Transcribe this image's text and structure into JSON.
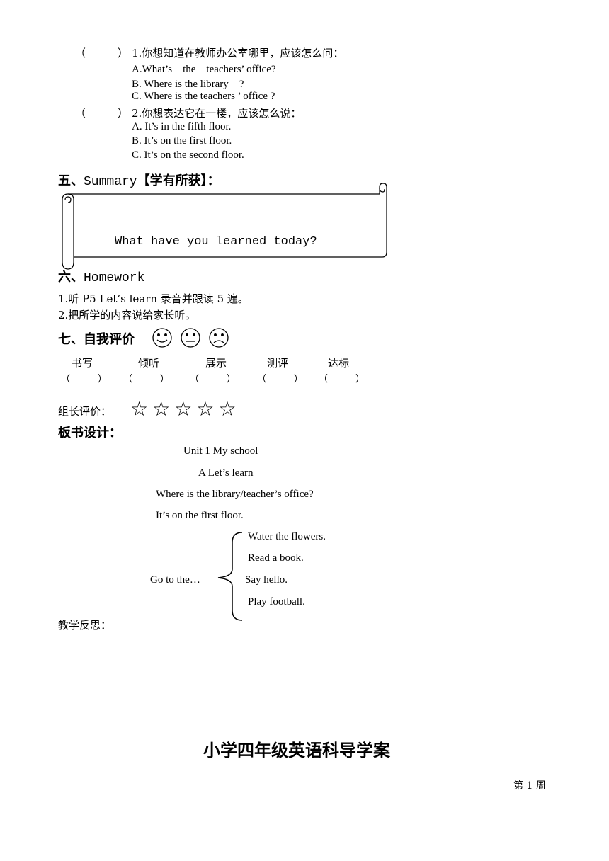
{
  "questions": [
    {
      "paren": "（　　　）",
      "stem": "1.你想知道在教师办公室哪里，应该怎么问：",
      "options": [
        "A.What’s　the　teachers’ office?",
        "B. Where is the library　?",
        "C. Where is the teachers ’ office ?"
      ]
    },
    {
      "paren": "（　　　）",
      "stem": "2.你想表达它在一楼，应该怎么说：",
      "options": [
        "A. It’s in the fifth floor.",
        "B. It’s on the first floor.",
        "C. It’s on the second floor."
      ]
    }
  ],
  "summary": {
    "num": "五、",
    "en": "Summary",
    "cn": "【学有所获】：",
    "scroll_text": "What have you learned today?"
  },
  "homework": {
    "num": "六、",
    "title": "Homework",
    "items": [
      "1.听 P5 Let’s learn 录音并跟读 5 遍。",
      "2.把所学的内容说给家长听。"
    ]
  },
  "self_eval": {
    "title": "七、自我评价",
    "faces": [
      "smile-face",
      "neutral-face",
      "sad-face"
    ],
    "categories": [
      "书写",
      "倾听",
      "展示",
      "测评",
      "达标"
    ],
    "parens": [
      "（　　　）",
      "（　　　）",
      "（　　　）",
      "（　　　）",
      "（　　　）"
    ]
  },
  "leader_eval": {
    "label": "组长评价：",
    "stars": [
      "☆",
      "☆",
      "☆",
      "☆",
      "☆"
    ]
  },
  "board": {
    "title": "板书设计：",
    "lines": [
      "Unit 1 My school",
      "A Let’s learn",
      "Where is the library/teacher’s office?",
      "It’s on the first floor."
    ],
    "goto": "Go to the…",
    "actions": [
      "Water the flowers.",
      "Read a book.",
      "Say hello.",
      "Play football."
    ]
  },
  "reflection": "教学反思：",
  "footer": {
    "doc_title": "小学四年级英语科导学案",
    "week": "第  1  周"
  }
}
